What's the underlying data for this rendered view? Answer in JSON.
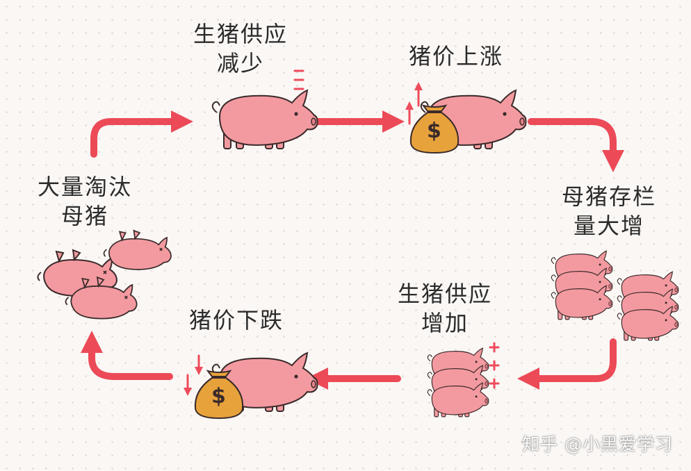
{
  "diagram": {
    "stages": [
      {
        "id": "supply-decrease",
        "lines": [
          "生猪供应",
          "减少"
        ]
      },
      {
        "id": "price-rise",
        "lines": [
          "猪价上涨"
        ]
      },
      {
        "id": "sow-stock-increase",
        "lines": [
          "母猪存栏",
          "量大增"
        ]
      },
      {
        "id": "supply-increase",
        "lines": [
          "生猪供应",
          "增加"
        ]
      },
      {
        "id": "price-fall",
        "lines": [
          "猪价下跌"
        ]
      },
      {
        "id": "cull-sows",
        "lines": [
          "大量淘汰",
          "母猪"
        ]
      }
    ],
    "money_symbol": "$",
    "colors": {
      "pig": "#f39aa0",
      "pig_outline": "#3a2a2a",
      "arrow": "#ec4a57",
      "bag": "#e8a23c",
      "mark": "#ee4b5b"
    }
  },
  "watermark": "知乎 @小黑爱学习"
}
